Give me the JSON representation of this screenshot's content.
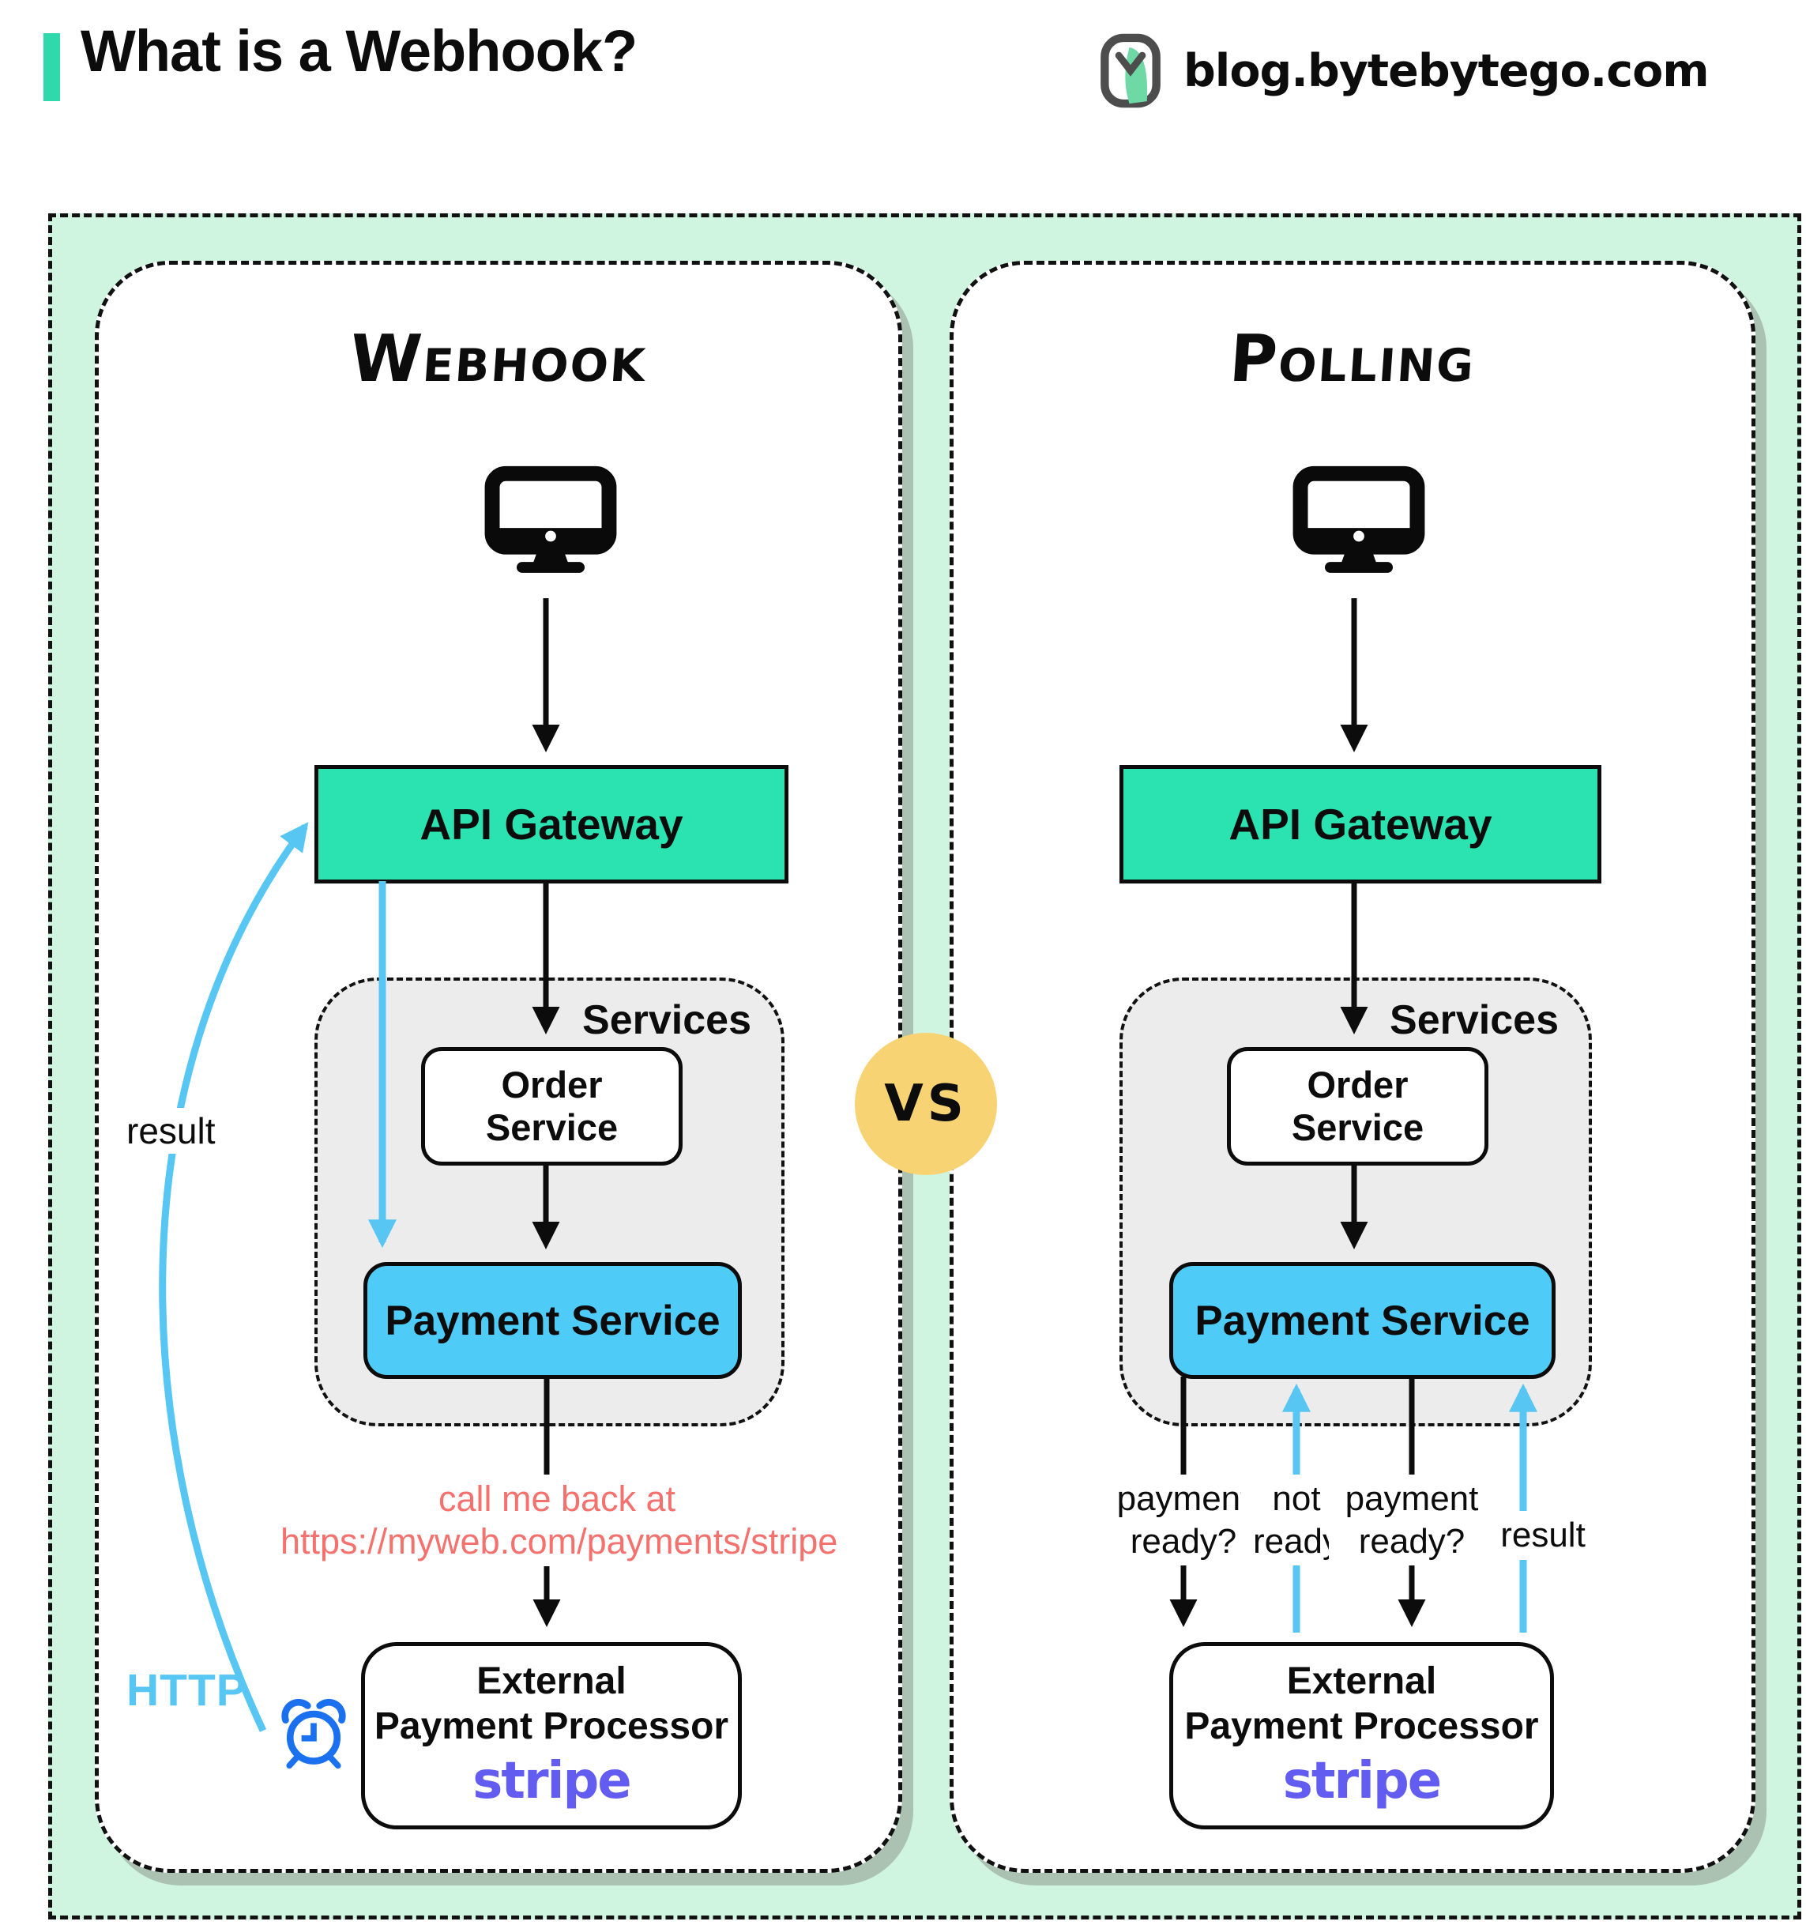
{
  "colors": {
    "accent": "#2fd9ac",
    "mint": "#cff5e1",
    "gateway-green": "#2be3b0",
    "payment-blue": "#4fcbf7",
    "arrow-blue": "#58c6f3",
    "salmon": "#f5716e",
    "stripe-purple": "#635cf0",
    "vs-yellow": "#f8d374",
    "alarm-blue": "#1a70ee",
    "services-gray": "#ececec",
    "panel-shadow": "#abc2b2",
    "ink": "#0c0c0c"
  },
  "header": {
    "title": "What is a Webhook?",
    "site": "blog.bytebytego.com"
  },
  "vs": "VS",
  "webhook": {
    "title": "Webhook",
    "gateway": "API Gateway",
    "services": "Services",
    "order1": "Order",
    "order2": "Service",
    "payment": "Payment Service",
    "note1": "call me back at",
    "note2": "https://myweb.com/payments/stripe",
    "ext1": "External",
    "ext2": "Payment Processor",
    "ext_logo": "stripe",
    "http": "HTTP",
    "result": "result"
  },
  "polling": {
    "title": "Polling",
    "gateway": "API Gateway",
    "services": "Services",
    "order1": "Order",
    "order2": "Service",
    "payment": "Payment Service",
    "ext1": "External",
    "ext2": "Payment Processor",
    "ext_logo": "stripe",
    "q1a": "payment",
    "q1b": "ready?",
    "r1a": "not",
    "r1b": "ready",
    "q2a": "payment",
    "q2b": "ready?",
    "result": "result"
  }
}
